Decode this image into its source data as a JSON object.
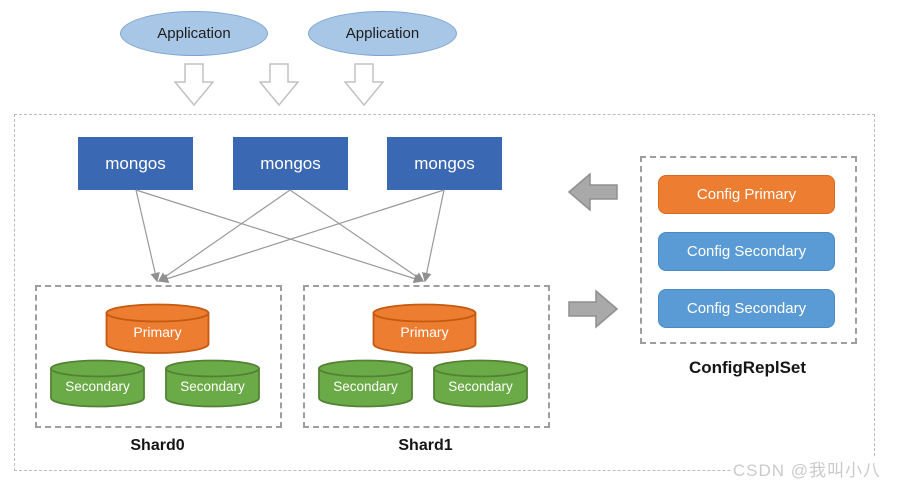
{
  "applications": [
    {
      "label": "Application"
    },
    {
      "label": "Application"
    }
  ],
  "routers": [
    {
      "label": "mongos"
    },
    {
      "label": "mongos"
    },
    {
      "label": "mongos"
    }
  ],
  "shards": [
    {
      "name": "Shard0",
      "nodes": [
        {
          "label": "Primary",
          "role": "primary"
        },
        {
          "label": "Secondary",
          "role": "secondary"
        },
        {
          "label": "Secondary",
          "role": "secondary"
        }
      ]
    },
    {
      "name": "Shard1",
      "nodes": [
        {
          "label": "Primary",
          "role": "primary"
        },
        {
          "label": "Secondary",
          "role": "secondary"
        },
        {
          "label": "Secondary",
          "role": "secondary"
        }
      ]
    }
  ],
  "config_repl_set": {
    "name": "ConfigReplSet",
    "members": [
      {
        "label": "Config Primary",
        "role": "primary"
      },
      {
        "label": "Config Secondary",
        "role": "secondary"
      },
      {
        "label": "Config Secondary",
        "role": "secondary"
      }
    ]
  },
  "watermark": "CSDN @我叫小八",
  "colors": {
    "application_fill": "#a8c6e6",
    "mongos_fill": "#3b68b2",
    "primary_fill": "#ed7d31",
    "secondary_fill": "#6aaa47",
    "config_secondary_fill": "#5b9bd5",
    "block_arrow_gray": "#a9a9a9",
    "connector_gray": "#999999"
  }
}
